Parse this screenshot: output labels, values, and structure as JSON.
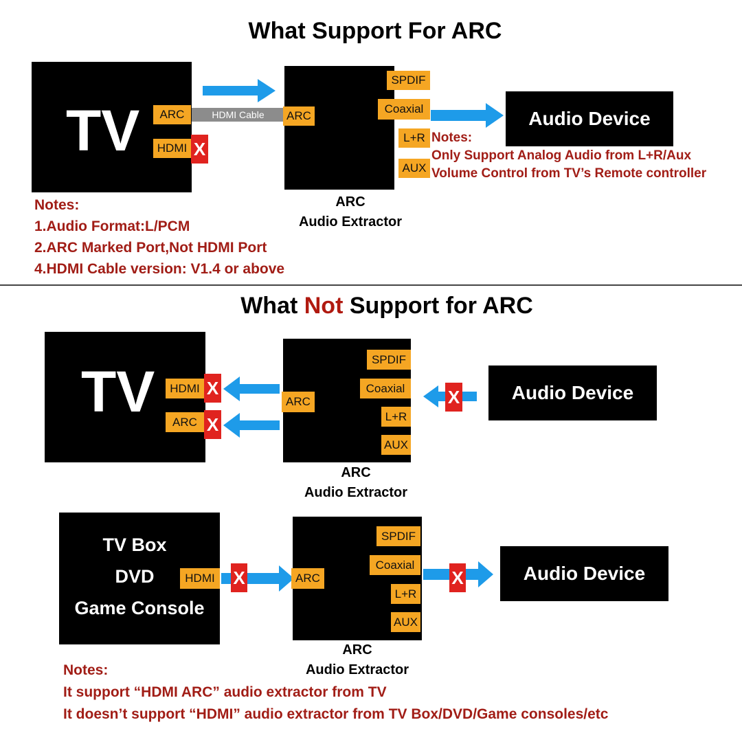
{
  "colors": {
    "port": "#f5a623",
    "x_mark": "#e0231f",
    "arrow": "#1e9be9",
    "note": "#a11d16",
    "cable": "#8c8c8c"
  },
  "top": {
    "title": "What Support For ARC",
    "tv": {
      "label": "TV",
      "ports": [
        "ARC",
        "HDMI"
      ],
      "blocked_mark": "X"
    },
    "cable_label": "HDMI Cable",
    "extractor": {
      "input_port": "ARC",
      "outputs": [
        "SPDIF",
        "Coaxial",
        "L+R",
        "AUX"
      ],
      "caption_line1": "ARC",
      "caption_line2": "Audio Extractor"
    },
    "audio_device": "Audio Device",
    "right_notes": {
      "heading": "Notes:",
      "lines": [
        "Only Support Analog Audio from L+R/Aux",
        "Volume Control from TV’s Remote controller"
      ]
    },
    "left_notes": {
      "heading": "Notes:",
      "lines": [
        "1.Audio Format:L/PCM",
        "2.ARC Marked Port,Not HDMI Port",
        "4.HDMI Cable version: V1.4 or above"
      ]
    }
  },
  "bottom": {
    "title_pre": "What ",
    "title_emph": "Not",
    "title_post": " Support for ARC",
    "diagram1": {
      "tv": {
        "label": "TV",
        "ports": [
          "HDMI",
          "ARC"
        ],
        "blocked_mark": "X"
      },
      "extractor": {
        "input_port": "ARC",
        "outputs": [
          "SPDIF",
          "Coaxial",
          "L+R",
          "AUX"
        ],
        "caption_line1": "ARC",
        "caption_line2": "Audio Extractor"
      },
      "blocked_mark": "X",
      "audio_device": "Audio Device"
    },
    "diagram2": {
      "source": {
        "lines": [
          "TV Box",
          "DVD",
          "Game Console"
        ],
        "port": "HDMI"
      },
      "blocked_mark_in": "X",
      "extractor": {
        "input_port": "ARC",
        "outputs": [
          "SPDIF",
          "Coaxial",
          "L+R",
          "AUX"
        ],
        "caption_line1": "ARC",
        "caption_line2": "Audio Extractor"
      },
      "blocked_mark_out": "X",
      "audio_device": "Audio Device"
    },
    "notes": {
      "heading": "Notes:",
      "lines": [
        "It support “HDMI ARC” audio extractor from TV",
        "It doesn’t support “HDMI” audio extractor from TV Box/DVD/Game consoles/etc"
      ]
    }
  }
}
